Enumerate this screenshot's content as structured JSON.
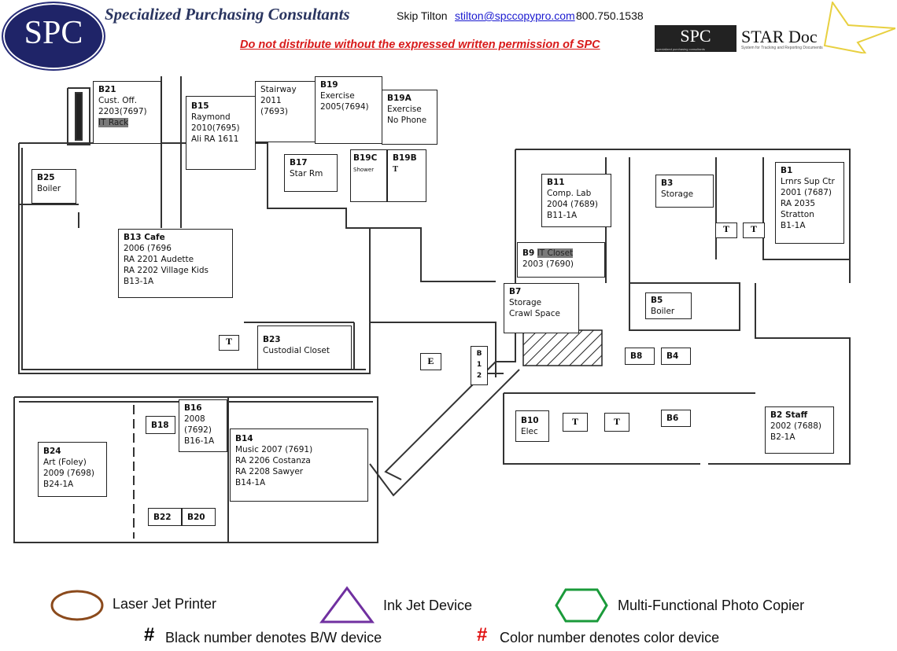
{
  "header": {
    "logo_text": "SPC",
    "company": "Specialized Purchasing Consultants",
    "contact_name": "Skip Tilton",
    "email": "stilton@spccopypro.com",
    "phone": "800.750.1538",
    "warning": "Do not distribute without the expressed written permission of SPC",
    "star_logo": {
      "left": "SPC",
      "right": "STAR Doc",
      "tagline_left": "specialized purchasing consultants",
      "tagline_right": "System for Tracking and Reporting Documents"
    }
  },
  "rooms": {
    "b21": {
      "id": "B21",
      "text": "Cust. Off.\n2203(7697)",
      "highlight": "IT Rack"
    },
    "b15": {
      "id": "B15",
      "text": "Raymond\n2010(7695)\nAli RA 1611"
    },
    "stairway": {
      "id": "",
      "text": "Stairway\n2011\n(7693)"
    },
    "b19": {
      "id": "B19",
      "text": "Exercise\n2005(7694)"
    },
    "b19a": {
      "id": "B19A",
      "text": "Exercise\nNo Phone"
    },
    "b17": {
      "id": "B17",
      "text": "Star Rm"
    },
    "b19c": {
      "id": "B19C",
      "text": "Shower"
    },
    "b19b": {
      "id": "B19B",
      "text": "T"
    },
    "b25": {
      "id": "B25",
      "text": "Boiler"
    },
    "b13": {
      "id": "B13 Cafe",
      "text": "2006 (7696\nRA 2201 Audette\nRA 2202 Village Kids\nB13-1A"
    },
    "b23": {
      "id": "B23",
      "text": "Custodial Closet"
    },
    "e": {
      "id": "E"
    },
    "b12": {
      "id": "B\n1\n2"
    },
    "b11": {
      "id": "B11",
      "text": "Comp. Lab\n2004 (7689)\nB11-1A"
    },
    "b9": {
      "id": "B9",
      "highlight": "IT Closet",
      "text": "2003 (7690)"
    },
    "b7": {
      "id": "B7",
      "text": "Storage\nCrawl Space"
    },
    "b3": {
      "id": "B3",
      "text": "Storage"
    },
    "b1": {
      "id": "B1",
      "text": "Lrnrs Sup Ctr\n2001 (7687)\nRA 2035\nStratton\nB1-1A"
    },
    "b5": {
      "id": "B5",
      "text": "Boiler"
    },
    "b8": {
      "id": "B8"
    },
    "b4": {
      "id": "B4"
    },
    "b10": {
      "id": "B10",
      "text": "Elec"
    },
    "b6": {
      "id": "B6"
    },
    "b2": {
      "id": "B2 Staff",
      "text": "2002 (7688)\nB2-1A"
    },
    "b16": {
      "id": "B16",
      "text": "2008\n(7692)\nB16-1A"
    },
    "b18": {
      "id": "B18"
    },
    "b14": {
      "id": "B14",
      "text": "Music 2007 (7691)\nRA 2206 Costanza\nRA 2208 Sawyer\nB14-1A"
    },
    "b24": {
      "id": "B24",
      "text": "Art (Foley)\n2009 (7698)\nB24-1A"
    },
    "b22": {
      "id": "B22"
    },
    "b20": {
      "id": "B20"
    }
  },
  "toilet_label": "T",
  "legend": {
    "laser": {
      "label": "Laser Jet Printer",
      "color": "#8b4a1c",
      "shape": "ellipse"
    },
    "inkjet": {
      "label": "Ink Jet Device",
      "color": "#7030a0",
      "shape": "triangle"
    },
    "mfp": {
      "label": "Multi-Functional Photo Copier",
      "color": "#1a9a3a",
      "shape": "hexagon"
    },
    "bw": {
      "symbol": "#",
      "label": "Black number denotes B/W device",
      "color": "#000000"
    },
    "color": {
      "symbol": "#",
      "label": "Color number denotes color device",
      "color": "#e01010"
    }
  }
}
